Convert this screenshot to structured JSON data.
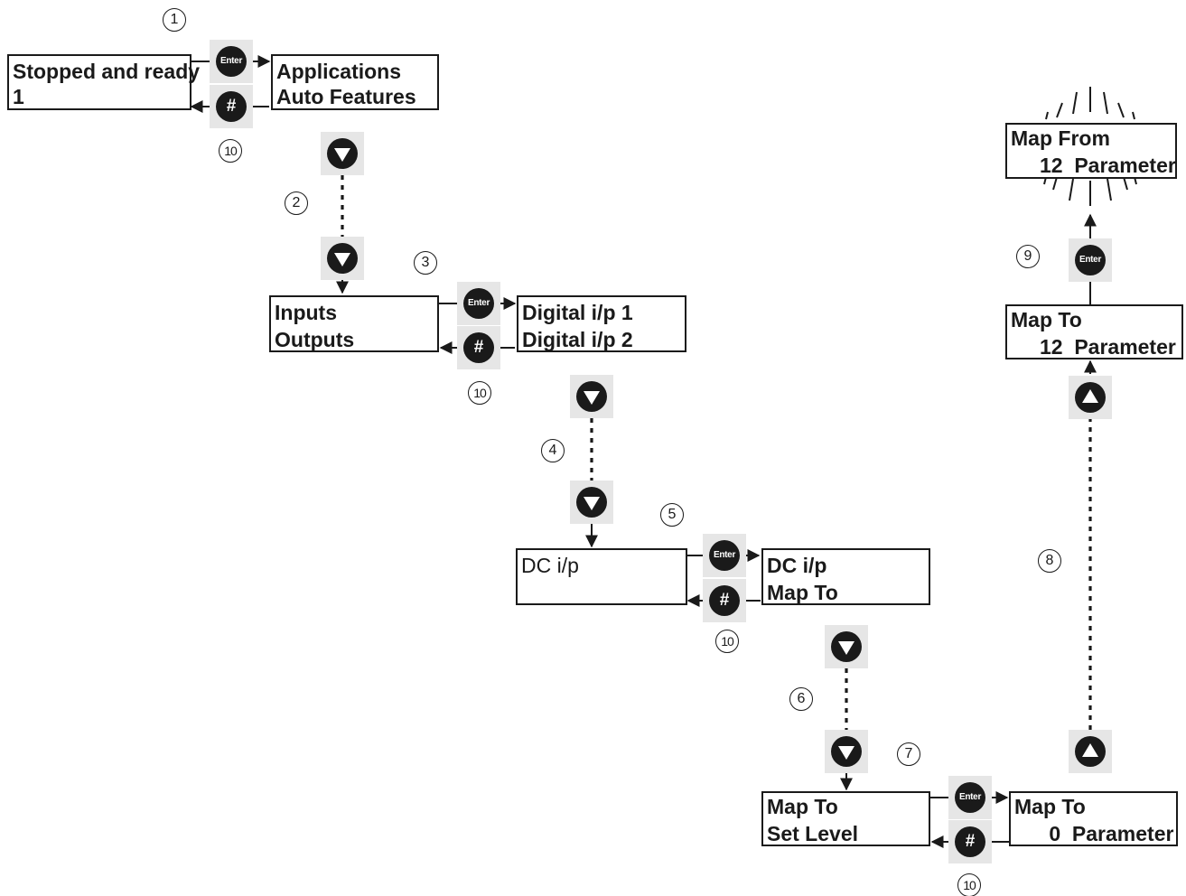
{
  "screens": {
    "stopped": {
      "line1": "Stopped and ready",
      "line2": "1"
    },
    "applications": {
      "line1": "Applications",
      "line2": "Auto Features"
    },
    "inputs": {
      "line1": "Inputs",
      "line2": "Outputs"
    },
    "digital": {
      "line1": "Digital i/p 1",
      "line2": "Digital i/p 2"
    },
    "dc_menu": {
      "line1": "DC i/p",
      "line2": ""
    },
    "dc_sub": {
      "line1": "DC i/p",
      "line2": "Map To"
    },
    "map_to_set": {
      "line1": "Map To",
      "line2": "Set Level"
    },
    "map_to_zero": {
      "line1": "Map To",
      "line2": "      0  Parameter"
    },
    "map_to_twelve": {
      "line1": "Map To",
      "line2": "     12  Parameter"
    },
    "map_from": {
      "line1": "Map From",
      "line2": "     12  Parameter"
    }
  },
  "keys": {
    "enter": "Enter",
    "hash": "#"
  },
  "steps": {
    "s1": "1",
    "s2": "2",
    "s3": "3",
    "s4": "4",
    "s5": "5",
    "s6": "6",
    "s7": "7",
    "s8": "8",
    "s9": "9",
    "s10a": "10",
    "s10b": "10",
    "s10c": "10",
    "s10d": "10"
  },
  "icons": {
    "enter_button": "enter-key-icon",
    "hash_button": "hash-key-icon",
    "down_button": "down-arrow-key-icon",
    "up_button": "up-arrow-key-icon",
    "flash": "flashing-display-icon"
  },
  "colors": {
    "ink": "#1a1a1a",
    "key_pad": "#e6e6e6",
    "background": "#ffffff"
  }
}
